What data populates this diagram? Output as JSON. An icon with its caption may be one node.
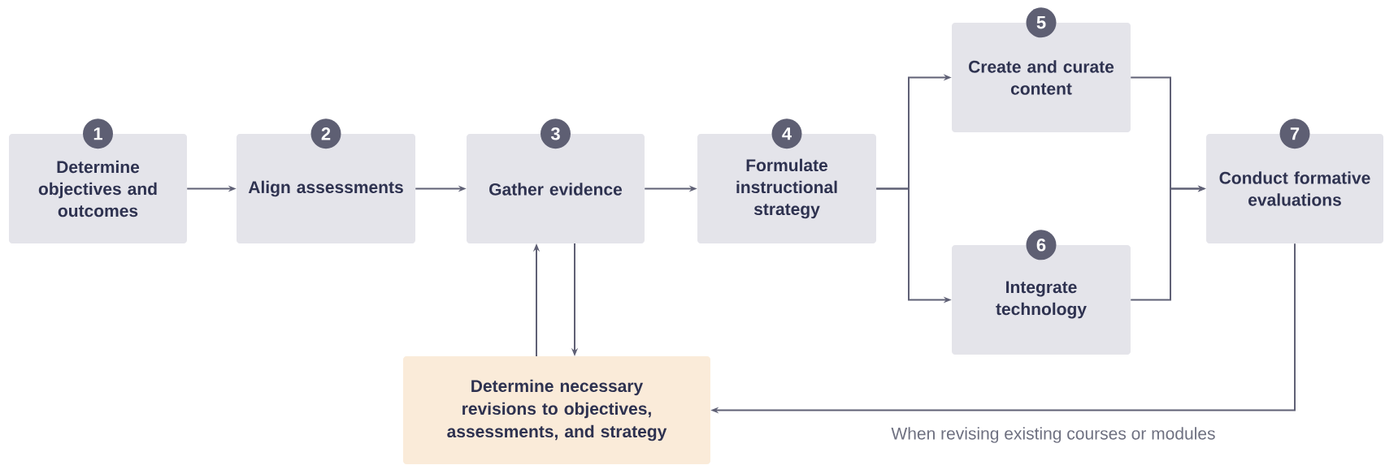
{
  "diagram": {
    "nodes": [
      {
        "text": [
          "1",
          "Determine objectives and outcomes"
        ]
      },
      {
        "text": [
          "2",
          "Align assessments"
        ]
      },
      {
        "text": [
          "3",
          "Gather evidence"
        ]
      },
      {
        "text": [
          "4",
          "Formulate instructional strategy"
        ]
      },
      {
        "text": [
          "5",
          "Create and curate content"
        ]
      },
      {
        "text": [
          "6",
          "Integrate technology"
        ]
      },
      {
        "text": [
          "7",
          "Conduct formative evaluations"
        ]
      },
      {
        "text": [
          "Determine necessary revisions to objectives, assessments, and strategy"
        ]
      }
    ],
    "edges": [
      {
        "from": 0,
        "to": 1,
        "arrow": "to"
      },
      {
        "from": 1,
        "to": 2,
        "arrow": "to"
      },
      {
        "from": 2,
        "to": 3,
        "arrow": "to"
      },
      {
        "from": 3,
        "to": 4,
        "arrow": "to"
      },
      {
        "from": 3,
        "to": 5,
        "arrow": "to"
      },
      {
        "from": 4,
        "to": 6,
        "arrow": "to"
      },
      {
        "from": 5,
        "to": 6,
        "arrow": "to"
      },
      {
        "from": 7,
        "to": 2,
        "arrow": "to"
      },
      {
        "from": 2,
        "to": 7,
        "arrow": "to"
      },
      {
        "from": 6,
        "to": 7,
        "arrow": "to",
        "label": "When revising existing courses or modules"
      }
    ]
  }
}
